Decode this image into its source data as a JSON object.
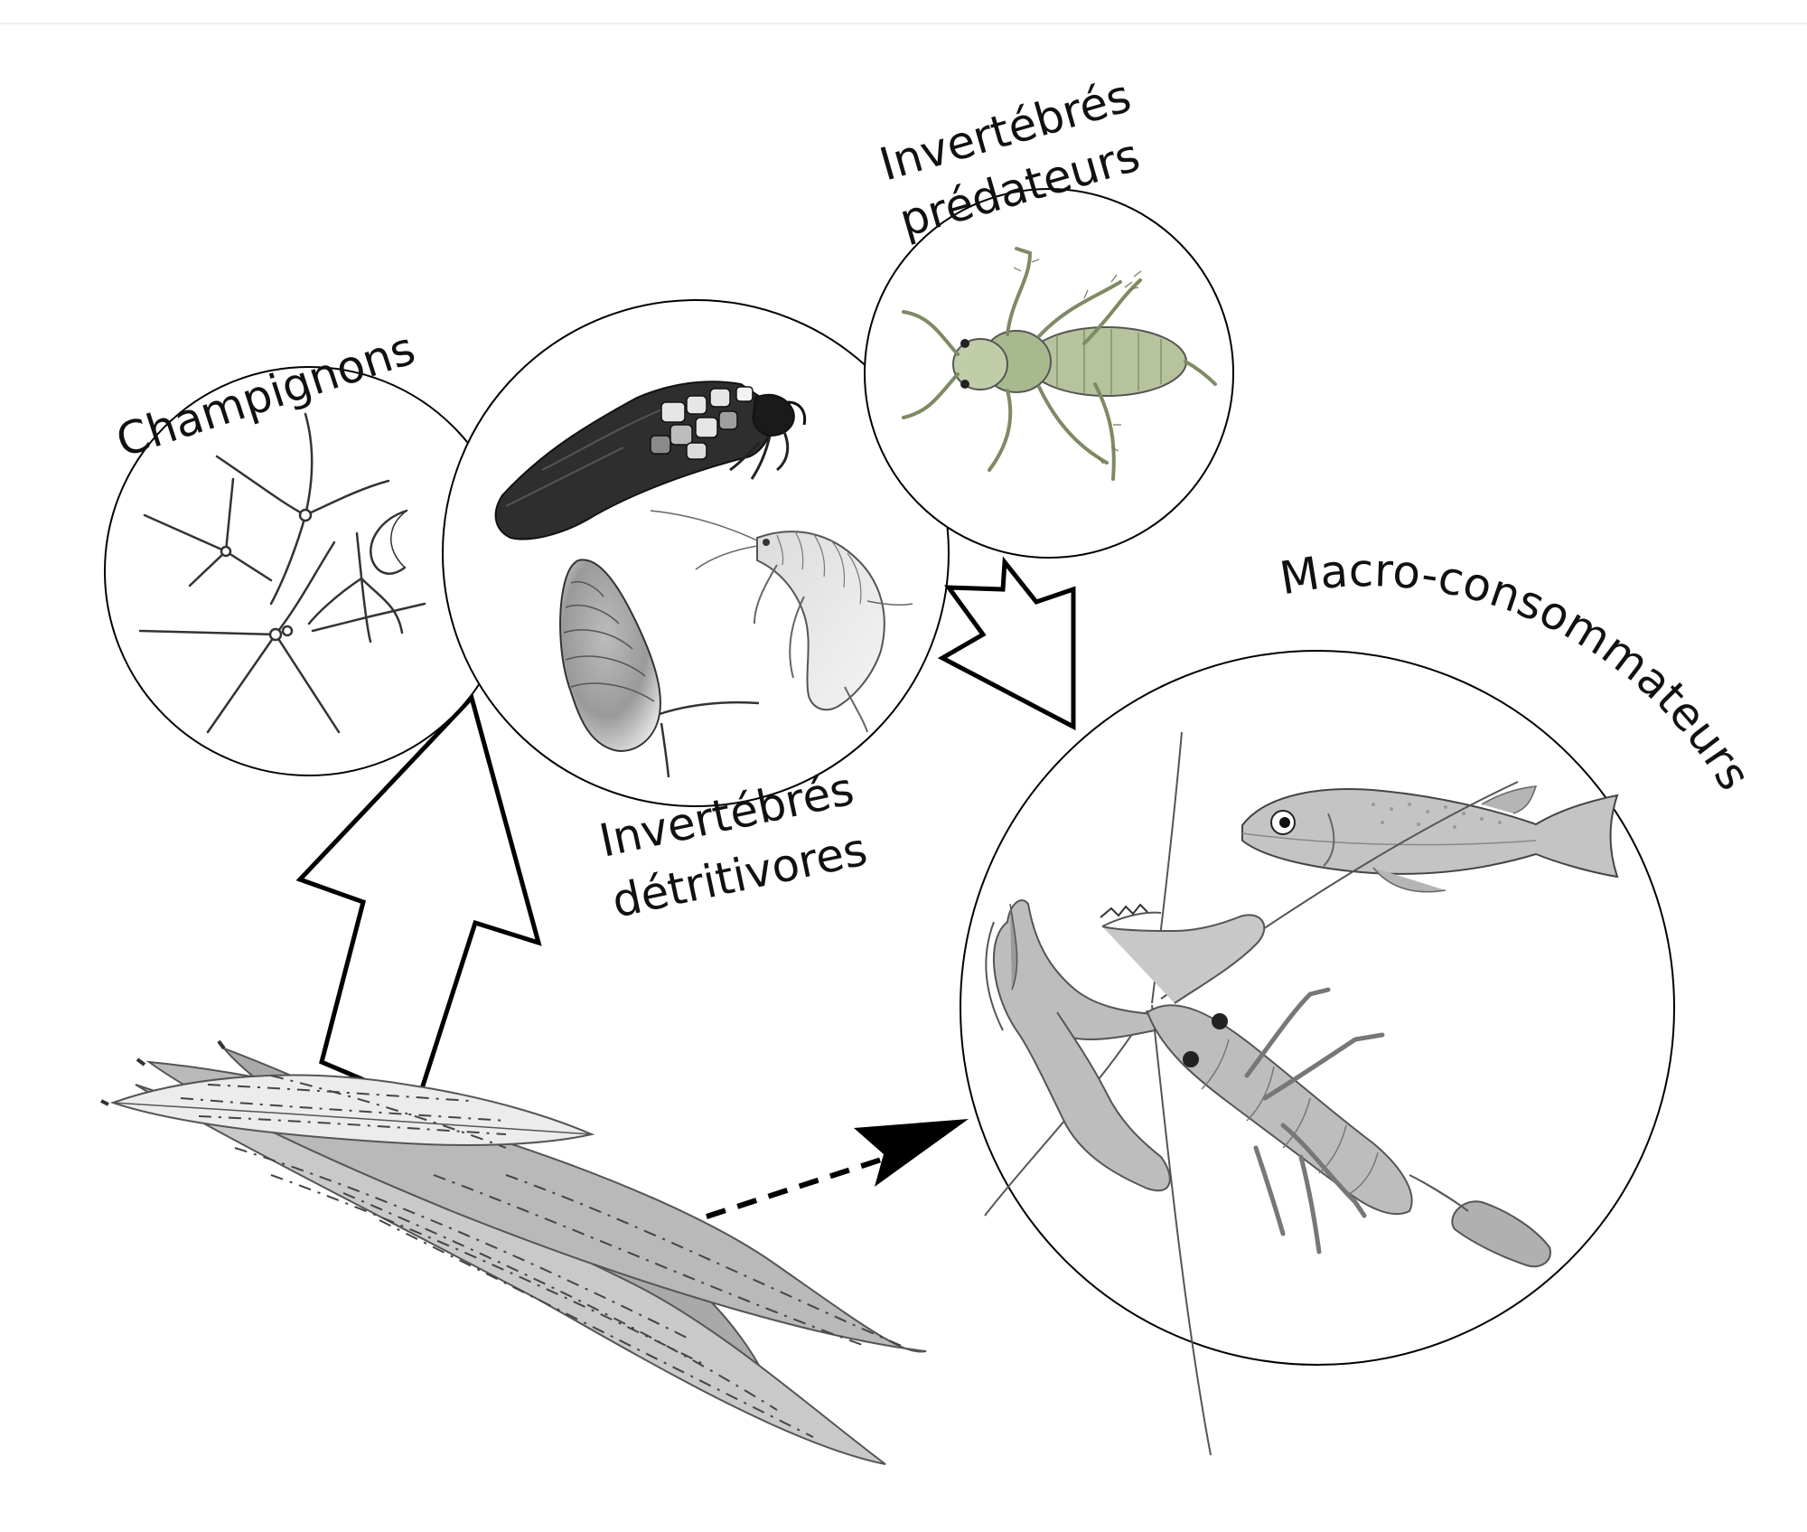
{
  "labels": {
    "fungi": "Champignons",
    "shredders": [
      "Invertébrés",
      "détritivores"
    ],
    "predators": [
      "Invertébrés",
      "prédateurs"
    ],
    "macro": "Macro-consommateurs"
  },
  "icons": [
    "leaf-litter-icon",
    "aquatic-hyphomycete-spore-icon",
    "caddisfly-larva-case-icon",
    "freshwater-snail-icon",
    "amphipod-gammarus-icon",
    "stonefly-nymph-icon",
    "crayfish-icon",
    "trout-fish-icon"
  ],
  "colors": {
    "outline": "#111111",
    "leaf_light": "#ececec",
    "leaf_mid": "#c9c9c9",
    "leaf_dark": "#a9a9a9",
    "nymph_green": "#b7c39d",
    "crayfish": "#bdbdbd",
    "fish": "#c4c4c4"
  }
}
